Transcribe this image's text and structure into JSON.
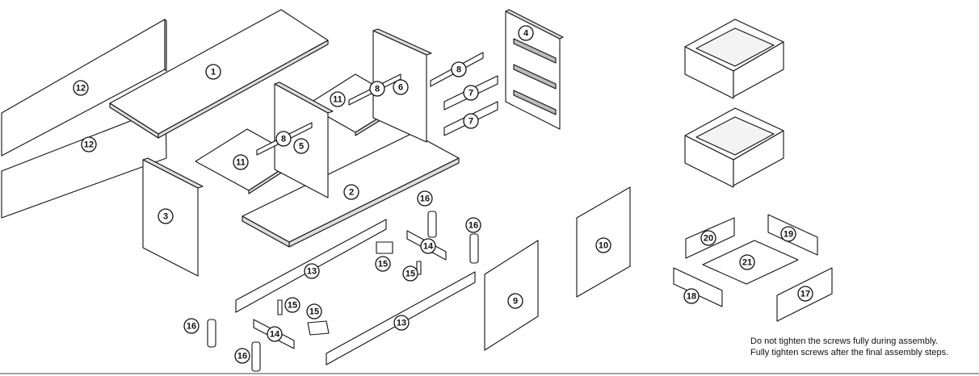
{
  "parts": [
    {
      "id": "part-1",
      "label": "1"
    },
    {
      "id": "part-2",
      "label": "2"
    },
    {
      "id": "part-3",
      "label": "3"
    },
    {
      "id": "part-4",
      "label": "4"
    },
    {
      "id": "part-5",
      "label": "5"
    },
    {
      "id": "part-6",
      "label": "6"
    },
    {
      "id": "part-7",
      "label": "7"
    },
    {
      "id": "part-8",
      "label": "8"
    },
    {
      "id": "part-9",
      "label": "9"
    },
    {
      "id": "part-10",
      "label": "10"
    },
    {
      "id": "part-11",
      "label": "11"
    },
    {
      "id": "part-12",
      "label": "12"
    },
    {
      "id": "part-13",
      "label": "13"
    },
    {
      "id": "part-14",
      "label": "14"
    },
    {
      "id": "part-15",
      "label": "15"
    },
    {
      "id": "part-16",
      "label": "16"
    },
    {
      "id": "part-17",
      "label": "17"
    },
    {
      "id": "part-18",
      "label": "18"
    },
    {
      "id": "part-19",
      "label": "19"
    },
    {
      "id": "part-20",
      "label": "20"
    },
    {
      "id": "part-21",
      "label": "21"
    }
  ],
  "notes": {
    "line1": "Do not tighten the screws fully during assembly.",
    "line2": "Fully tighten screws after the final assembly steps."
  }
}
